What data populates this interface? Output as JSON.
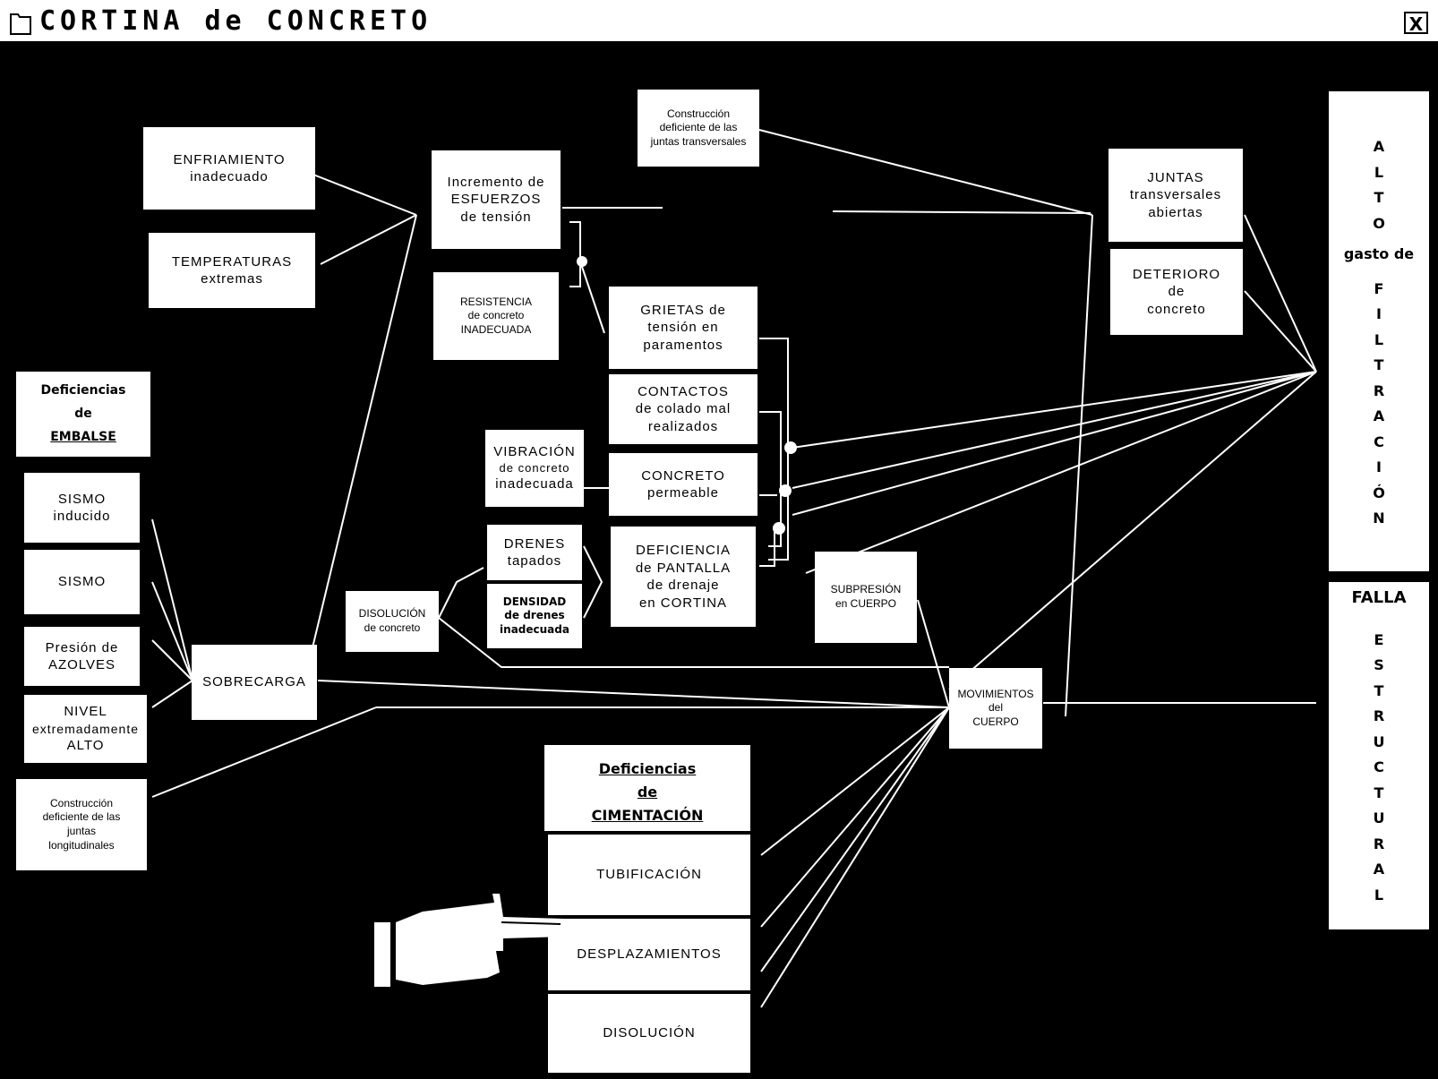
{
  "window": {
    "title": "CORTINA de CONCRETO",
    "close": "X"
  },
  "left_causes": {
    "enfriamiento": [
      "ENFRIAMIENTO",
      "inadecuado"
    ],
    "temperaturas": [
      "TEMPERATURAS",
      "extremas"
    ]
  },
  "embalse": {
    "heading": [
      "Deficiencias",
      "de",
      "EMBALSE"
    ],
    "sismo_inducido": [
      "SISMO",
      "inducido"
    ],
    "sismo": "SISMO",
    "azolves": [
      "Presión de",
      "AZOLVES"
    ],
    "nivel": [
      "NIVEL",
      "extremadamente",
      "ALTO"
    ]
  },
  "long_joints": [
    "Construcción",
    "deficiente de las",
    "juntas",
    "longitudinales"
  ],
  "sobrecarga": "SOBRECARGA",
  "incremento": [
    "Incremento de",
    "ESFUERZOS",
    "de tensión"
  ],
  "resistencia": [
    "RESISTENCIA",
    "de concreto",
    "INADECUADA"
  ],
  "trans_joints": [
    "Construcción",
    "deficiente de las",
    "juntas transversales"
  ],
  "grietas": [
    "GRIETAS de",
    "tensión en",
    "paramentos"
  ],
  "contactos": [
    "CONTACTOS",
    "de colado mal",
    "realizados"
  ],
  "vibracion": [
    "VIBRACIÓN",
    "de concreto",
    "inadecuada"
  ],
  "concreto_perm": [
    "CONCRETO",
    "permeable"
  ],
  "drenes": [
    "DRENES",
    "tapados"
  ],
  "densidad": [
    "DENSIDAD",
    "de drenes",
    "inadecuada"
  ],
  "pantalla": [
    "DEFICIENCIA",
    "de PANTALLA",
    "de drenaje",
    "en CORTINA"
  ],
  "disolucion_concreto": [
    "DISOLUCIÓN",
    "de concreto"
  ],
  "subpresion": [
    "SUBPRESIÓN",
    "en CUERPO"
  ],
  "juntas": [
    "JUNTAS",
    "transversales",
    "abiertas"
  ],
  "deterioro": [
    "DETERIORO",
    "de",
    "concreto"
  ],
  "movimientos": [
    "MOVIMIENTOS",
    "del",
    "CUERPO"
  ],
  "cimentacion": {
    "heading": [
      "Deficiencias",
      "de",
      "CIMENTACIÓN"
    ],
    "tubificacion": "TUBIFICACIÓN",
    "desplazamientos": "DESPLAZAMIENTOS",
    "disolucion": "DISOLUCIÓN"
  },
  "outcome_alto": [
    "A",
    "L",
    "T",
    "O",
    "gasto de",
    "F",
    "I",
    "L",
    "T",
    "R",
    "A",
    "C",
    "I",
    "Ó",
    "N"
  ],
  "outcome_falla": [
    "FALLA",
    "E",
    "S",
    "T",
    "R",
    "U",
    "C",
    "T",
    "U",
    "R",
    "A",
    "L"
  ]
}
